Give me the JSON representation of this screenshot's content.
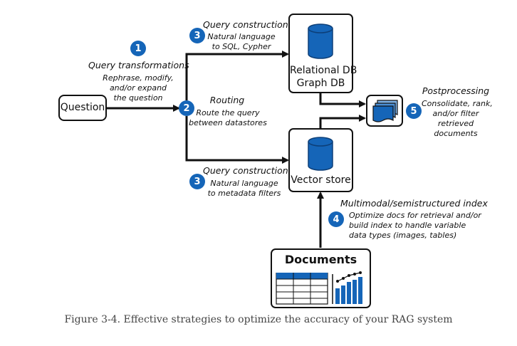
{
  "nodes": {
    "question": "Question",
    "relational": [
      "Relational DB",
      "Graph DB"
    ],
    "vector": "Vector store",
    "documents": "Documents"
  },
  "steps": {
    "s1": {
      "num": "1",
      "title": "Query transformations",
      "desc": [
        "Rephrase, modify,",
        "and/or expand",
        "the question"
      ]
    },
    "s2": {
      "num": "2",
      "title": "Routing",
      "desc": [
        "Route the query",
        "between datastores"
      ]
    },
    "s3a": {
      "num": "3",
      "title": "Query construction",
      "desc": [
        "Natural language",
        "to SQL, Cypher"
      ]
    },
    "s3b": {
      "num": "3",
      "title": "Query construction",
      "desc": [
        "Natural language",
        "to metadata filters"
      ]
    },
    "s4": {
      "num": "4",
      "title": "Multimodal/semistructured index",
      "desc": [
        "Optimize docs for retrieval and/or",
        "build index to handle variable",
        "data types (images, tables)"
      ]
    },
    "s5": {
      "num": "5",
      "title": "Postprocessing",
      "desc": [
        "Consolidate, rank,",
        "and/or filter",
        "retrieved",
        "documents"
      ]
    }
  },
  "caption": "Figure 3-4. Effective strategies to optimize the accuracy of your RAG system",
  "colors": {
    "accent": "#1565b8",
    "stroke": "#111111"
  }
}
